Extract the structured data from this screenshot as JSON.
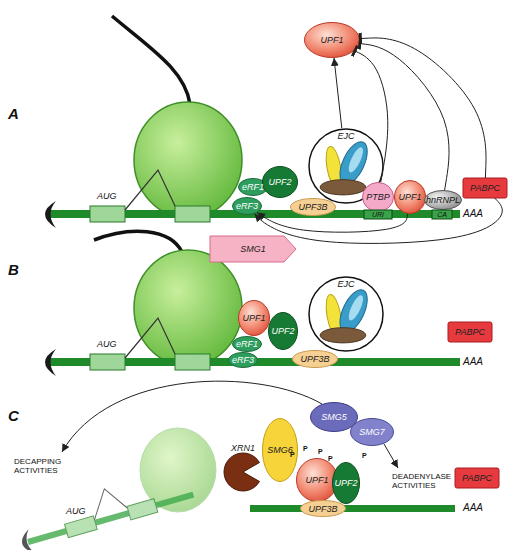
{
  "diagram": {
    "nodes": [
      {
        "text": [
          "UPF1"
        ]
      },
      {
        "text": [
          "eRF1"
        ]
      },
      {
        "text": [
          "eRF3"
        ]
      },
      {
        "text": [
          "UPF2"
        ]
      },
      {
        "text": [
          "EJC"
        ]
      },
      {
        "text": [
          "UPF3B"
        ]
      },
      {
        "text": [
          "PTBP"
        ]
      },
      {
        "text": [
          "URI"
        ]
      },
      {
        "text": [
          "UPF1"
        ]
      },
      {
        "text": [
          "hnRNPL"
        ]
      },
      {
        "text": [
          "CA"
        ]
      },
      {
        "text": [
          "PABPC"
        ]
      },
      {
        "text": [
          "SMG1"
        ]
      },
      {
        "text": [
          "UPF1"
        ]
      },
      {
        "text": [
          "eRF1"
        ]
      },
      {
        "text": [
          "eRF3"
        ]
      },
      {
        "text": [
          "UPF2"
        ]
      },
      {
        "text": [
          "EJC"
        ]
      },
      {
        "text": [
          "UPF3B"
        ]
      },
      {
        "text": [
          "PABPC"
        ]
      },
      {
        "text": [
          "SMG6"
        ]
      },
      {
        "text": [
          "SMG5"
        ]
      },
      {
        "text": [
          "SMG7"
        ]
      },
      {
        "text": [
          "XRN1"
        ]
      },
      {
        "text": [
          "UPF1"
        ]
      },
      {
        "text": [
          "UPF2"
        ]
      },
      {
        "text": [
          "UPF3B"
        ]
      },
      {
        "text": [
          "PABPC"
        ]
      }
    ],
    "edges": [
      {
        "from": 4,
        "to": 0,
        "arrow": "to"
      },
      {
        "from": 6,
        "to": 0,
        "arrow": "to"
      },
      {
        "from": 9,
        "to": 0,
        "arrow": "to"
      },
      {
        "from": 11,
        "to": 0,
        "arrow": "to"
      },
      {
        "from": 8,
        "to": 2,
        "arrow": "to"
      },
      {
        "from": 11,
        "to": 2,
        "arrow": "to"
      }
    ],
    "labels": [
      "A",
      "AUG",
      "AAA",
      "B",
      "AUG",
      "AAA",
      "C",
      "DECAPPING ACTIVITIES",
      "AUG",
      "P",
      "P",
      "P",
      "P",
      "P",
      "DEADENYLASE ACTIVITIES",
      "AAA"
    ]
  }
}
